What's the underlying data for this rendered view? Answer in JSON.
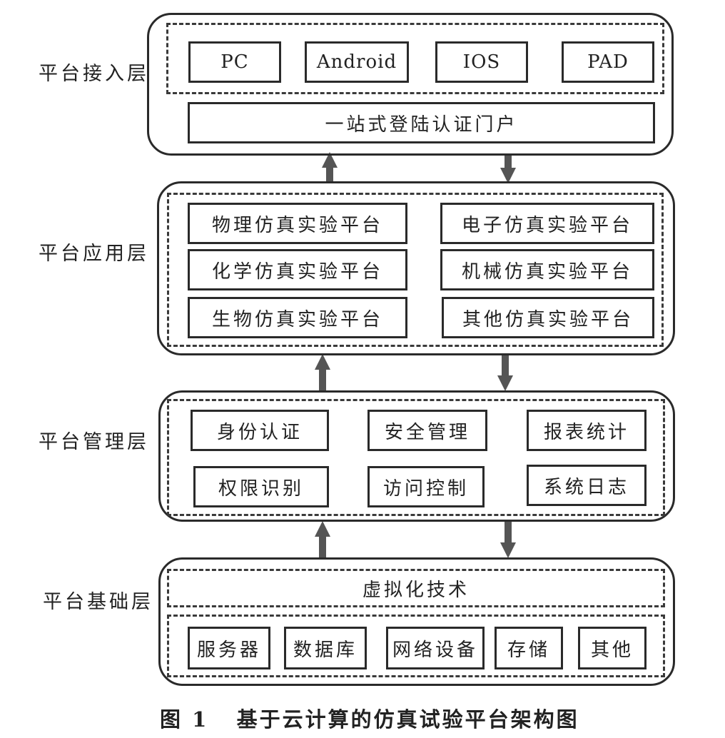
{
  "access_layer": {
    "label": "平台接入层",
    "devices": [
      "PC",
      "Android",
      "IOS",
      "PAD"
    ],
    "portal": "一站式登陆认证门户"
  },
  "application_layer": {
    "label": "平台应用层",
    "platforms": [
      "物理仿真实验平台",
      "电子仿真实验平台",
      "化学仿真实验平台",
      "机械仿真实验平台",
      "生物仿真实验平台",
      "其他仿真实验平台"
    ]
  },
  "management_layer": {
    "label": "平台管理层",
    "modules": [
      "身份认证",
      "安全管理",
      "报表统计",
      "权限识别",
      "访问控制",
      "系统日志"
    ]
  },
  "foundation_layer": {
    "label": "平台基础层",
    "technology": "虚拟化技术",
    "resources": [
      "服务器",
      "数据库",
      "网络设备",
      "存储",
      "其他"
    ]
  },
  "caption": "图 1   基于云计算的仿真试验平台架构图",
  "colors": {
    "stroke": "#2a2a2a",
    "arrow": "#555555"
  }
}
